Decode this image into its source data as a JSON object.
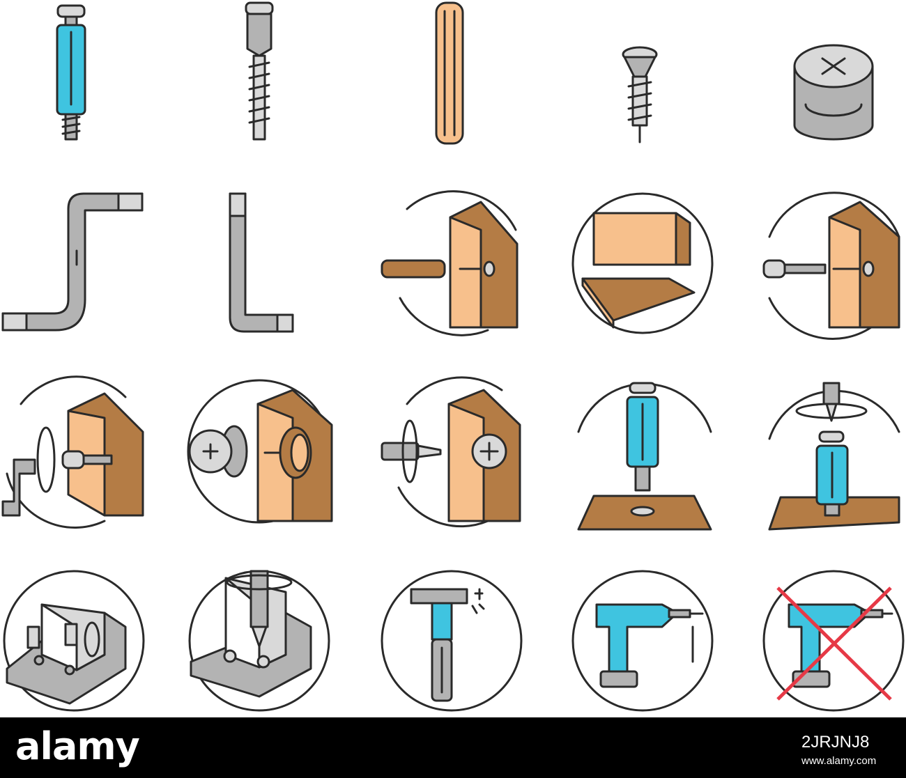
{
  "palette": {
    "outline": "#2a2a2a",
    "blue": "#3fc4e0",
    "wood_light": "#f7c08c",
    "wood_dark": "#b47c45",
    "metal": "#b3b3b3",
    "metal_light": "#d9d9d9",
    "cross": "#e63946",
    "footer_bg": "#000000"
  },
  "icons": [
    "cam-bolt-blue-icon",
    "cam-screw-icon",
    "wood-dowel-icon",
    "countersunk-screw-icon",
    "cam-lock-nut-icon",
    "z-hex-key-icon",
    "l-hex-key-icon",
    "dowel-insert-hole-icon",
    "panel-assembly-icon",
    "bolt-insert-hole-icon",
    "crank-tighten-bolt-icon",
    "cam-lock-insert-icon",
    "screwdriver-cam-icon",
    "cam-bolt-in-panel-icon",
    "screwdriver-rotate-bolt-icon",
    "angle-bracket-screws-icon",
    "screwdriver-bracket-icon",
    "hammer-icon",
    "power-drill-icon",
    "no-power-drill-icon"
  ],
  "footer": {
    "logo": "alamy",
    "image_code": "2JRJNJ8",
    "url": "www.alamy.com"
  }
}
